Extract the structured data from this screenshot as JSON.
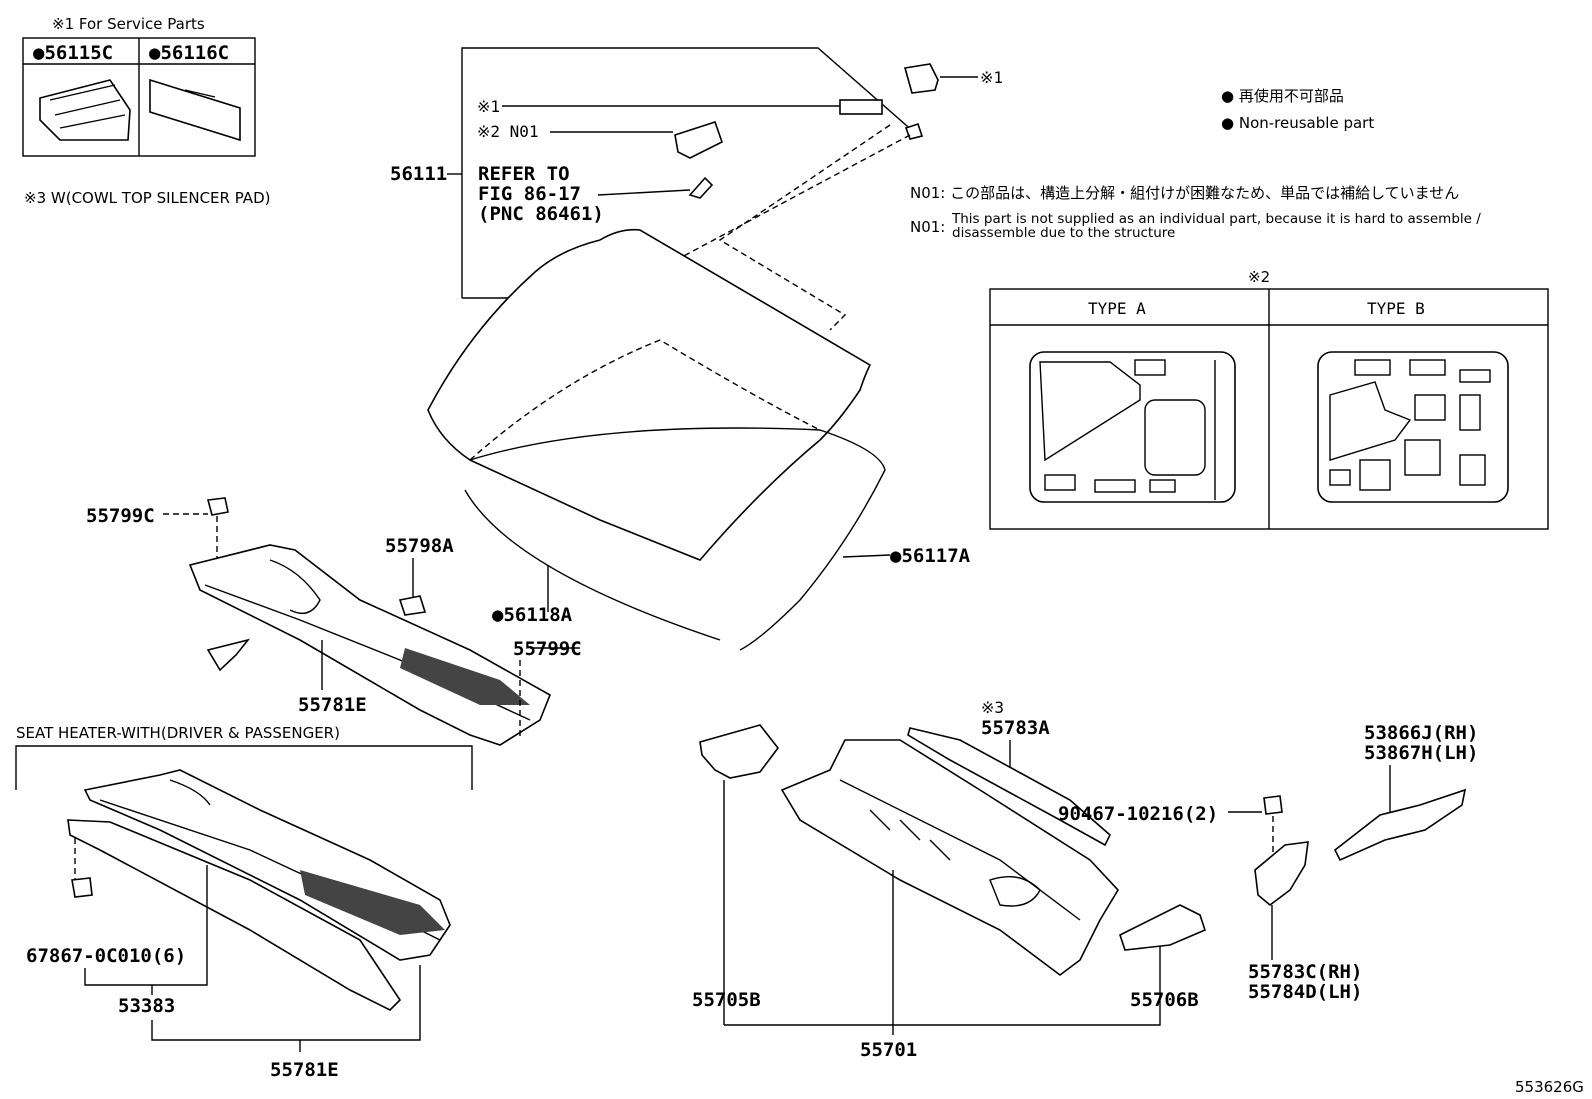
{
  "header": {
    "service_parts_note": "※1 For Service Parts",
    "service_part_a": "●56115C",
    "service_part_b": "●56116C",
    "note3": "※3 W(COWL TOP SILENCER PAD)"
  },
  "legend": {
    "jp": "● 再使用不可部品",
    "en": "● Non-reusable part"
  },
  "n01_note": {
    "jp": "N01: この部品は、構造上分解・組付けが困難なため、単品では補給していません",
    "en_prefix": "N01:",
    "en_line1": "This part is not supplied as an individual part, because it is hard to assemble /",
    "en_line2": "disassemble due to the structure"
  },
  "type_table": {
    "marker": "※2",
    "type_a": "TYPE A",
    "type_b": "TYPE B"
  },
  "callouts": {
    "mark1_top": "※1",
    "mark1_left": "※1",
    "mark2_n01": "※2 N01",
    "p56111": "56111",
    "refer_line1": "REFER TO",
    "refer_line2": "FIG 86-17",
    "refer_line3": "(PNC 86461)",
    "p55799c_a": "55799C",
    "p55798a": "55798A",
    "p56117a": "●56117A",
    "p56118a": "●56118A",
    "p55799c_b": "55799C",
    "p55781e_a": "55781E",
    "seat_heater": "SEAT HEATER-WITH(DRIVER & PASSENGER)",
    "p67867": "67867-0C010(6)",
    "p53383": "53383",
    "p55781e_b": "55781E",
    "mark3": "※3",
    "p55783a": "55783A",
    "p90467": "90467-10216(2)",
    "p53866j": "53866J(RH)",
    "p53867h": "53867H(LH)",
    "p55783c": "55783C(RH)",
    "p55784d": "55784D(LH)",
    "p55705b": "55705B",
    "p55706b": "55706B",
    "p55701": "55701"
  },
  "figure_id": "553626G"
}
